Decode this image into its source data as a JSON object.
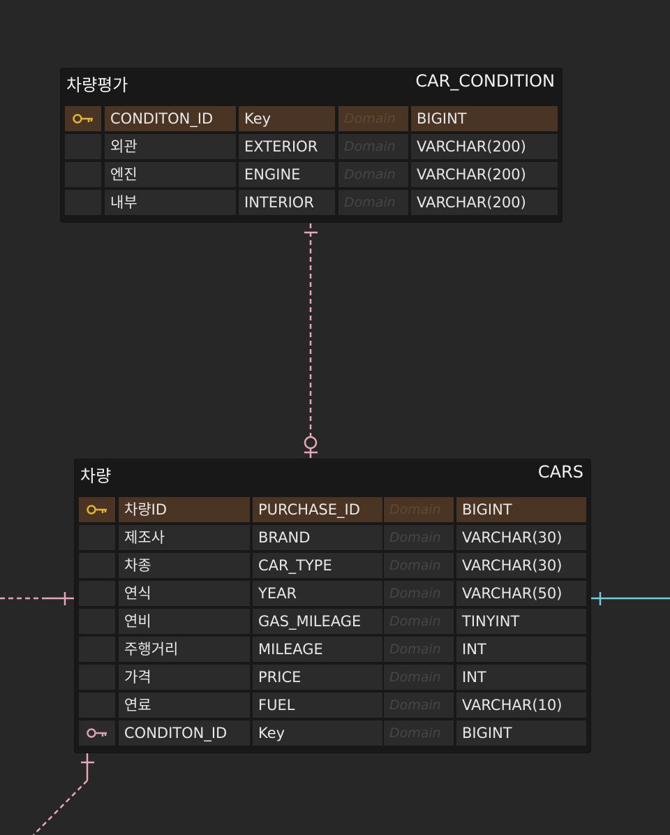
{
  "colors": {
    "background": "#272727",
    "entity_bg": "#181818",
    "cell_bg": "#2b2b2b",
    "pk_row_bg": "#4a3524",
    "pk_icon": "#e0b431",
    "fk_icon": "#d9a2b1",
    "relation_pink": "#e6a7b6",
    "relation_cyan": "#6fcfd8"
  },
  "entities": [
    {
      "logical_name": "차량평가",
      "physical_name": "CAR_CONDITION",
      "columns": [
        {
          "key": "pk",
          "key_icon": "primary-key-icon",
          "logical": "CONDITON_ID",
          "physical": "Key",
          "domain": "Domain",
          "type": "BIGINT"
        },
        {
          "key": "",
          "logical": "외관",
          "physical": "EXTERIOR",
          "domain": "Domain",
          "type": "VARCHAR(200)"
        },
        {
          "key": "",
          "logical": "엔진",
          "physical": "ENGINE",
          "domain": "Domain",
          "type": "VARCHAR(200)"
        },
        {
          "key": "",
          "logical": "내부",
          "physical": "INTERIOR",
          "domain": "Domain",
          "type": "VARCHAR(200)"
        }
      ]
    },
    {
      "logical_name": "차량",
      "physical_name": "CARS",
      "columns": [
        {
          "key": "pk",
          "key_icon": "primary-key-icon",
          "logical": "차량ID",
          "physical": "PURCHASE_ID",
          "domain": "Domain",
          "type": "BIGINT"
        },
        {
          "key": "",
          "logical": "제조사",
          "physical": "BRAND",
          "domain": "Domain",
          "type": "VARCHAR(30)"
        },
        {
          "key": "",
          "logical": "차종",
          "physical": "CAR_TYPE",
          "domain": "Domain",
          "type": "VARCHAR(30)"
        },
        {
          "key": "",
          "logical": "연식",
          "physical": "YEAR",
          "domain": "Domain",
          "type": "VARCHAR(50)"
        },
        {
          "key": "",
          "logical": "연비",
          "physical": "GAS_MILEAGE",
          "domain": "Domain",
          "type": "TINYINT"
        },
        {
          "key": "",
          "logical": "주행거리",
          "physical": "MILEAGE",
          "domain": "Domain",
          "type": "INT"
        },
        {
          "key": "",
          "logical": "가격",
          "physical": "PRICE",
          "domain": "Domain",
          "type": "INT"
        },
        {
          "key": "",
          "logical": "연료",
          "physical": "FUEL",
          "domain": "Domain",
          "type": "VARCHAR(10)"
        },
        {
          "key": "fk",
          "key_icon": "foreign-key-icon",
          "logical": "CONDITON_ID",
          "physical": "Key",
          "domain": "Domain",
          "type": "BIGINT"
        }
      ]
    }
  ],
  "relationships": [
    {
      "from": "CAR_CONDITION",
      "to": "CARS",
      "style": "dashed",
      "from_end": "one",
      "to_end": "zero-or-one"
    },
    {
      "from": "left-offscreen",
      "to": "CARS",
      "style": "dashed",
      "to_end": "one"
    },
    {
      "from": "CARS",
      "to": "right-offscreen",
      "style": "solid",
      "from_end": "one"
    },
    {
      "from": "CARS",
      "to": "bottom-offscreen",
      "style": "dashed",
      "from_end": "one"
    }
  ]
}
